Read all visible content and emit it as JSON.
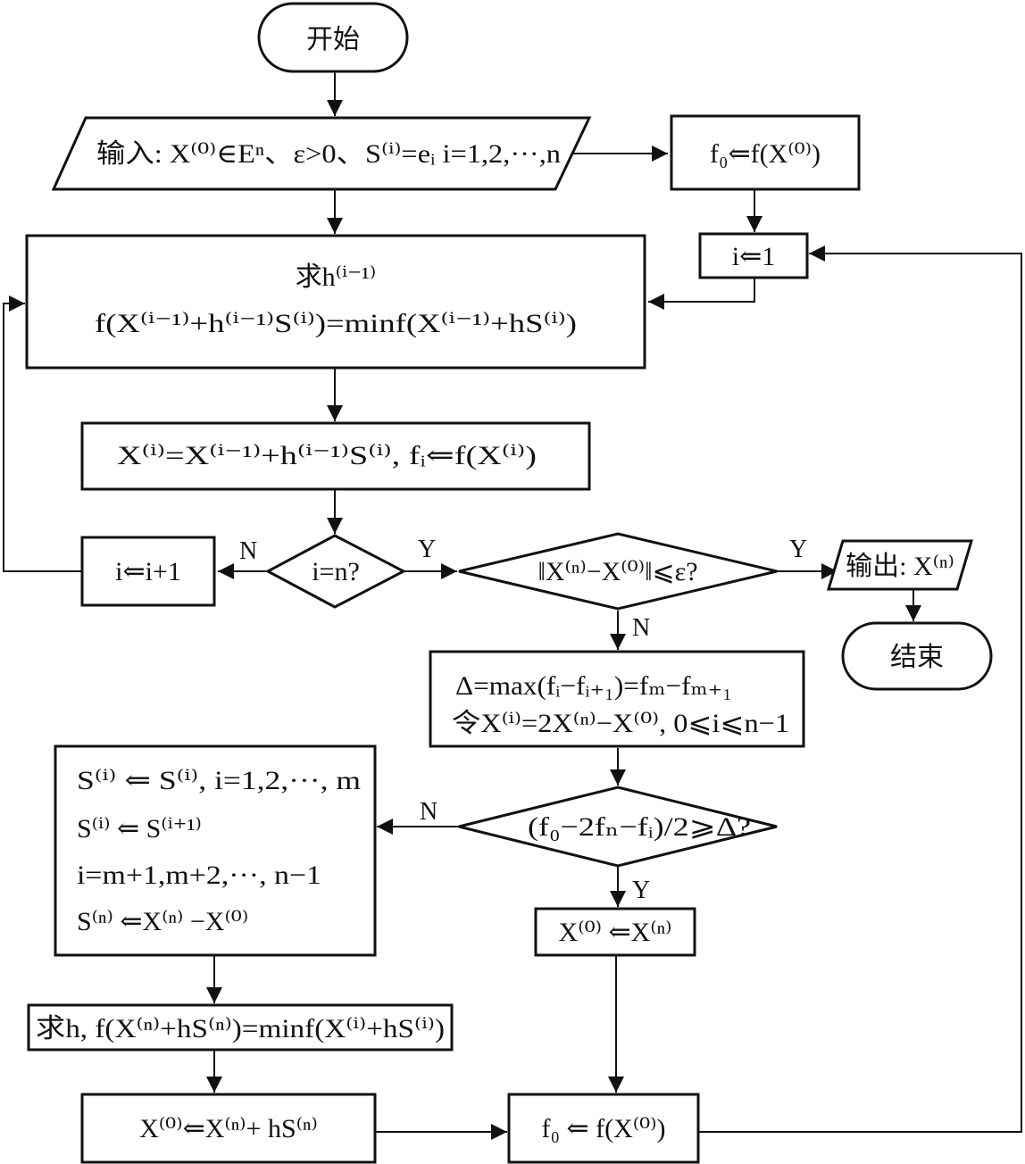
{
  "nodes": {
    "start": "开始",
    "input": "输入: X⁽⁰⁾∈Eⁿ、ε>0、S⁽ⁱ⁾=eᵢ  i=1,2,···,n",
    "f0_init": "f₀⇐f(X⁽⁰⁾)",
    "i_init": "i⇐1",
    "line_search_title": "求h⁽ⁱ⁻¹⁾",
    "line_search_eq": "f(X⁽ⁱ⁻¹⁾+h⁽ⁱ⁻¹⁾S⁽ⁱ⁾)=minf(X⁽ⁱ⁻¹⁾+hS⁽ⁱ⁾)",
    "update": "X⁽ⁱ⁾=X⁽ⁱ⁻¹⁾+h⁽ⁱ⁻¹⁾S⁽ⁱ⁾, fᵢ⇐f(X⁽ⁱ⁾)",
    "decision_i": "i=n?",
    "increment": "i⇐i+1",
    "decision_conv": "‖X⁽ⁿ⁾−X⁽⁰⁾‖⩽ε?",
    "output": "输出: X⁽ⁿ⁾",
    "end": "结束",
    "delta_line1": "Δ=max(fᵢ−fᵢ₊₁)=fₘ−fₘ₊₁",
    "delta_line2": "令X⁽ⁱ⁾=2X⁽ⁿ⁾−X⁽⁰⁾, 0⩽i⩽n−1",
    "decision_delta": "(f₀−2fₙ−fᵢ)/2⩾Δ?",
    "dir_line1": "S⁽ⁱ⁾ ⇐ S⁽ⁱ⁾, i=1,2,···, m",
    "dir_line2": "S⁽ⁱ⁾ ⇐ S⁽ⁱ⁺¹⁾",
    "dir_line3": "i=m+1,m+2,···, n−1",
    "dir_line4": "S⁽ⁿ⁾ ⇐X⁽ⁿ⁾ −X⁽⁰⁾",
    "search_h": "求h, f(X⁽ⁿ⁾+hS⁽ⁿ⁾)=minf(X⁽ⁱ⁾+hS⁽ⁱ⁾)",
    "x0_from_xn": "X⁽⁰⁾ ⇐X⁽ⁿ⁾",
    "x0_from_search": "X⁽⁰⁾⇐X⁽ⁿ⁾+ hS⁽ⁿ⁾",
    "f0_update": "f₀ ⇐ f(X⁽⁰⁾)"
  },
  "edge_labels": {
    "no": "N",
    "yes": "Y"
  }
}
